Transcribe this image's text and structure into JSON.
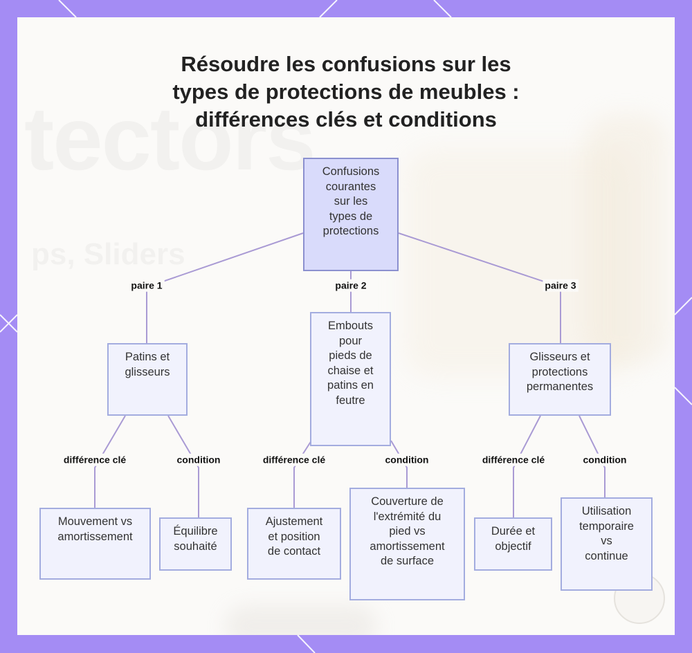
{
  "diagram": {
    "title_lines": [
      "Résoudre les confusions sur les",
      "types de protections de meubles :",
      "différences clés et conditions"
    ],
    "background_words": {
      "large": "tectors",
      "small": "ps, Sliders"
    },
    "colors": {
      "frame": "#a48cf4",
      "node_fill": "#f1f2fd",
      "node_border": "#a3acdf",
      "root_fill": "#d9dbfb",
      "edge": "#a99ad4"
    },
    "root": {
      "lines": [
        "Confusions",
        "courantes",
        "sur les",
        "types de",
        "protections"
      ]
    },
    "branches": [
      {
        "edge_label": "paire 1",
        "lines": [
          "Patins et",
          "glisseurs"
        ],
        "children": [
          {
            "edge_label": "différence clé",
            "lines": [
              "Mouvement vs",
              "amortissement"
            ]
          },
          {
            "edge_label": "condition",
            "lines": [
              "Équilibre",
              "souhaité"
            ]
          }
        ]
      },
      {
        "edge_label": "paire 2",
        "lines": [
          "Embouts",
          "pour",
          "pieds de",
          "chaise et",
          "patins en",
          "feutre"
        ],
        "children": [
          {
            "edge_label": "différence clé",
            "lines": [
              "Ajustement",
              "et position",
              "de contact"
            ]
          },
          {
            "edge_label": "condition",
            "lines": [
              "Couverture de",
              "l'extrémité du",
              "pied vs",
              "amortissement",
              "de surface"
            ]
          }
        ]
      },
      {
        "edge_label": "paire 3",
        "lines": [
          "Glisseurs et",
          "protections",
          "permanentes"
        ],
        "children": [
          {
            "edge_label": "différence clé",
            "lines": [
              "Durée et",
              "objectif"
            ]
          },
          {
            "edge_label": "condition",
            "lines": [
              "Utilisation",
              "temporaire",
              "vs",
              "continue"
            ]
          }
        ]
      }
    ]
  }
}
